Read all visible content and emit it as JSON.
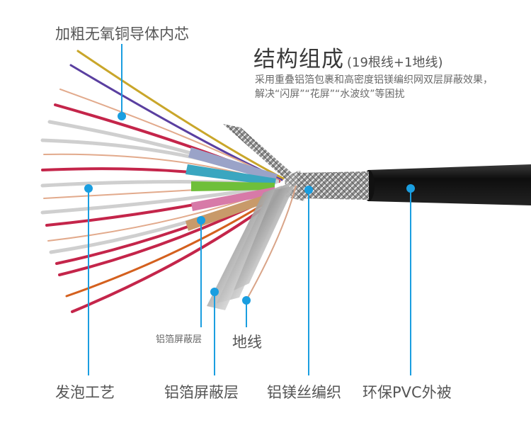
{
  "heading": {
    "title": "结构组成",
    "subtitle": "(19根线+1地线)",
    "description": "采用重叠铝箔包裹和高密度铝镁编织网双层屏蔽效果，解决“闪屏”“花屏”“水波纹”等困扰"
  },
  "labels": {
    "conductor_core": "加粗无氧铜导体内芯",
    "foil_shield_small": "铝箔屏蔽层",
    "ground_wire": "地线",
    "foam_insulation": "发泡工艺",
    "foil_shield": "铝箔屏蔽层",
    "braid": "铝镁丝编织",
    "pvc_jacket": "环保PVC外被"
  },
  "colors": {
    "callout": "#1a9ee0",
    "jacket": "#1a1a1a",
    "braid": "#b8b8b8",
    "label_text": "#555555"
  }
}
